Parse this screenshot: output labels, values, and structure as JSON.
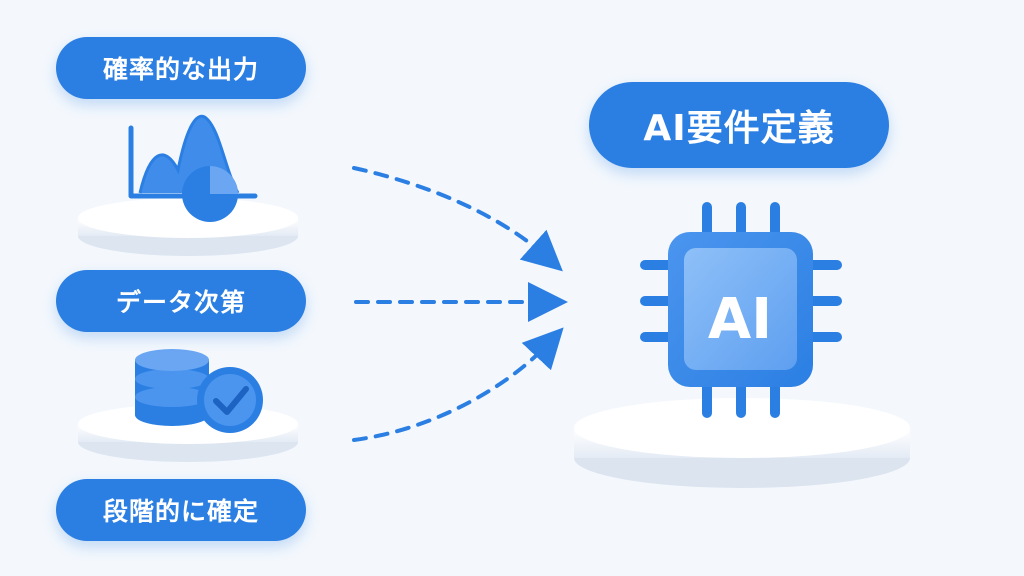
{
  "labels": {
    "probabilistic_output": "確率的な出力",
    "data_dependent": "データ次第",
    "stepwise_confirm": "段階的に確定",
    "ai_requirements": "AI要件定義",
    "chip_text": "AI"
  },
  "icons": {
    "chart": "distribution-chart-icon",
    "database": "database-check-icon",
    "chip": "ai-chip-icon",
    "arrows": "dashed-arrow-icon"
  },
  "colors": {
    "background": "#f4f8fd",
    "primary": "#2b7fe3",
    "light_primary": "#6aa6f2",
    "pedestal": "#ffffff"
  }
}
